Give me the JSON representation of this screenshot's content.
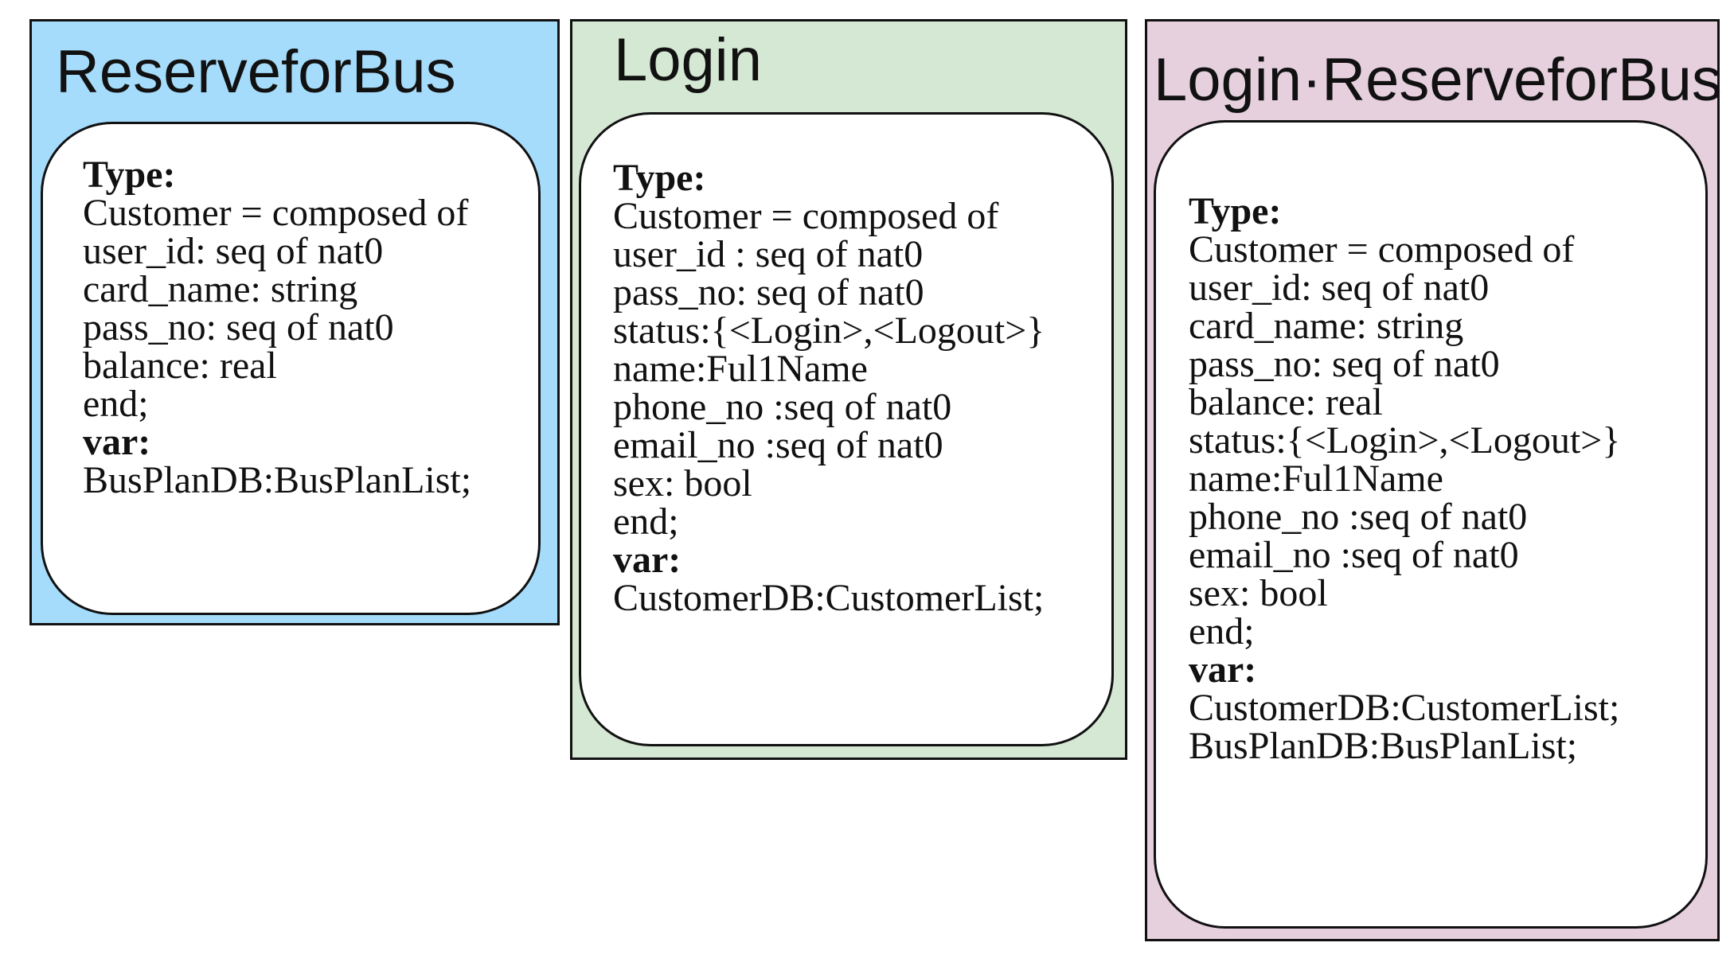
{
  "panels": [
    {
      "title": "ReserveforBus",
      "background": "#a6dcfb",
      "type_heading": "Type:",
      "type_lines": [
        "Customer = composed of",
        "user_id: seq of nat0",
        "card_name: string",
        "pass_no: seq of nat0",
        "balance: real",
        "end;"
      ],
      "var_heading": "var:",
      "var_lines": [
        "BusPlanDB:BusPlanList;"
      ]
    },
    {
      "title": "Login",
      "background": "#d5e8d4",
      "type_heading": "Type:",
      "type_lines": [
        "Customer = composed of",
        "user_id : seq of nat0",
        "pass_no: seq of nat0",
        "status:{<Login>,<Logout>}",
        "name:Ful1Name",
        "phone_no :seq of nat0",
        "email_no :seq of nat0",
        "sex: bool",
        "end;"
      ],
      "var_heading": "var:",
      "var_lines": [
        "CustomerDB:CustomerList;"
      ]
    },
    {
      "title": "Login·ReserveforBus",
      "background": "#e6d0de",
      "type_heading": "Type:",
      "type_lines": [
        "Customer = composed of",
        "user_id: seq of nat0",
        "card_name: string",
        "pass_no: seq of nat0",
        "balance: real",
        "status:{<Login>,<Logout>}",
        "name:Ful1Name",
        "phone_no :seq of nat0",
        "email_no :seq of nat0",
        "sex: bool",
        "end;"
      ],
      "var_heading": "var:",
      "var_lines": [
        "CustomerDB:CustomerList;",
        "BusPlanDB:BusPlanList;"
      ]
    }
  ]
}
